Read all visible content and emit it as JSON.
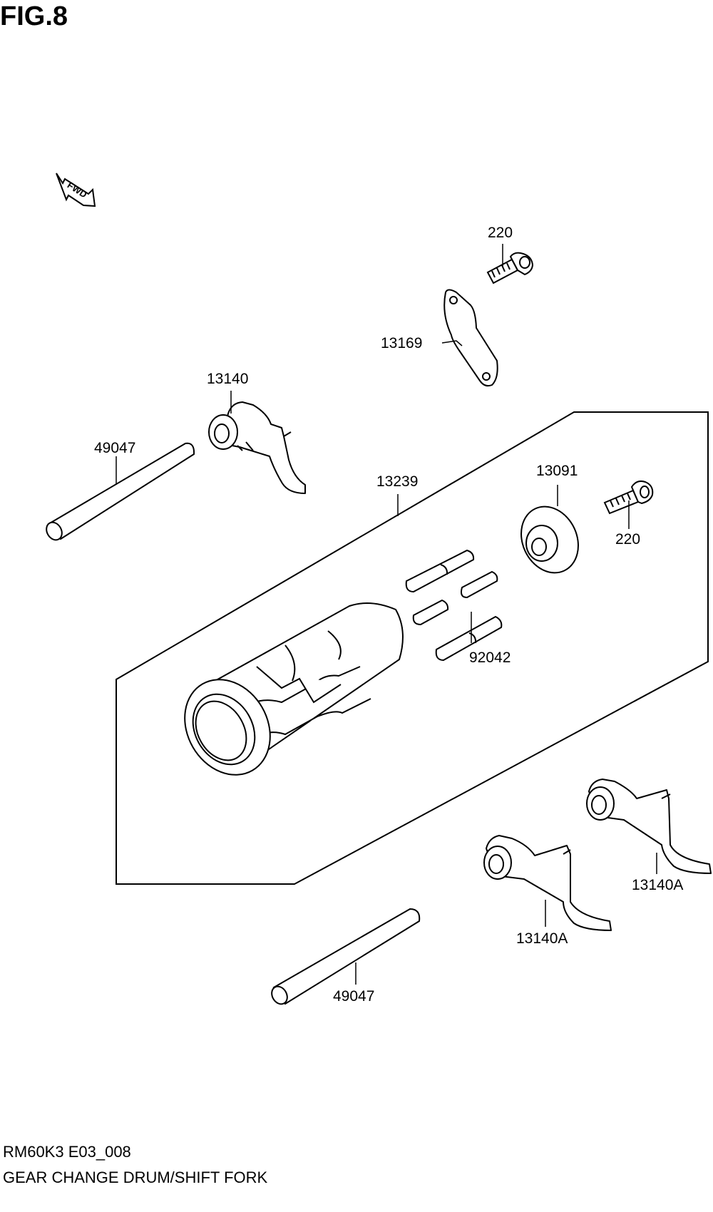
{
  "figure": {
    "title": "FIG.8",
    "code": "RM60K3 E03_008",
    "caption": "GEAR CHANGE DRUM/SHIFT FORK",
    "direction_marker": "FWD"
  },
  "parts": [
    {
      "id": "p220a",
      "number": "220"
    },
    {
      "id": "p13169",
      "number": "13169"
    },
    {
      "id": "p13140",
      "number": "13140"
    },
    {
      "id": "p49047a",
      "number": "49047"
    },
    {
      "id": "p13239",
      "number": "13239"
    },
    {
      "id": "p13091",
      "number": "13091"
    },
    {
      "id": "p220b",
      "number": "220"
    },
    {
      "id": "p92042",
      "number": "92042"
    },
    {
      "id": "p13140a1",
      "number": "13140A"
    },
    {
      "id": "p13140a2",
      "number": "13140A"
    },
    {
      "id": "p49047b",
      "number": "49047"
    }
  ]
}
